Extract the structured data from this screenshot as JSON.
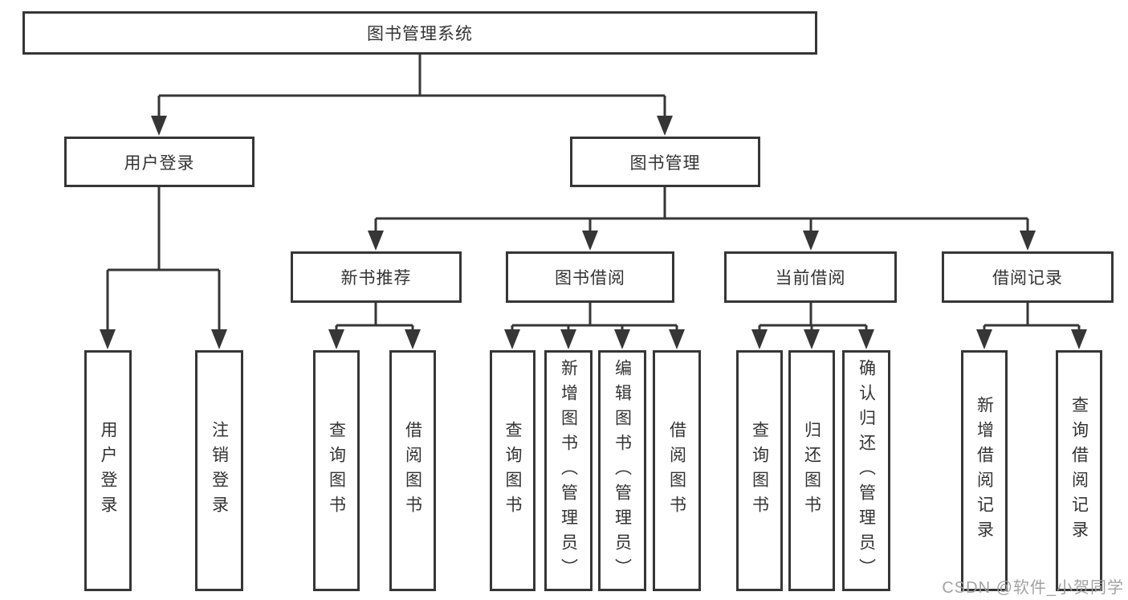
{
  "diagram_title": "图书管理系统",
  "tree": {
    "label": "图书管理系统",
    "children": [
      {
        "label": "用户登录",
        "children": [
          {
            "label": "用户登录"
          },
          {
            "label": "注销登录"
          }
        ]
      },
      {
        "label": "图书管理",
        "children": [
          {
            "label": "新书推荐",
            "children": [
              {
                "label": "查询图书"
              },
              {
                "label": "借阅图书"
              }
            ]
          },
          {
            "label": "图书借阅",
            "children": [
              {
                "label": "查询图书"
              },
              {
                "label": "新增图书（管理员）"
              },
              {
                "label": "编辑图书（管理员）"
              },
              {
                "label": "借阅图书"
              }
            ]
          },
          {
            "label": "当前借阅",
            "children": [
              {
                "label": "查询图书"
              },
              {
                "label": "归还图书"
              },
              {
                "label": "确认归还（管理员）"
              }
            ]
          },
          {
            "label": "借阅记录",
            "children": [
              {
                "label": "新增借阅记录"
              },
              {
                "label": "查询借阅记录"
              }
            ]
          }
        ]
      }
    ]
  },
  "watermark": {
    "text": "CSDN @软件_小贺同学"
  },
  "colors": {
    "line": "#363636",
    "box_border": "#363636",
    "text": "#333333",
    "background": "#ffffff",
    "watermark": "#9e9e9e"
  }
}
